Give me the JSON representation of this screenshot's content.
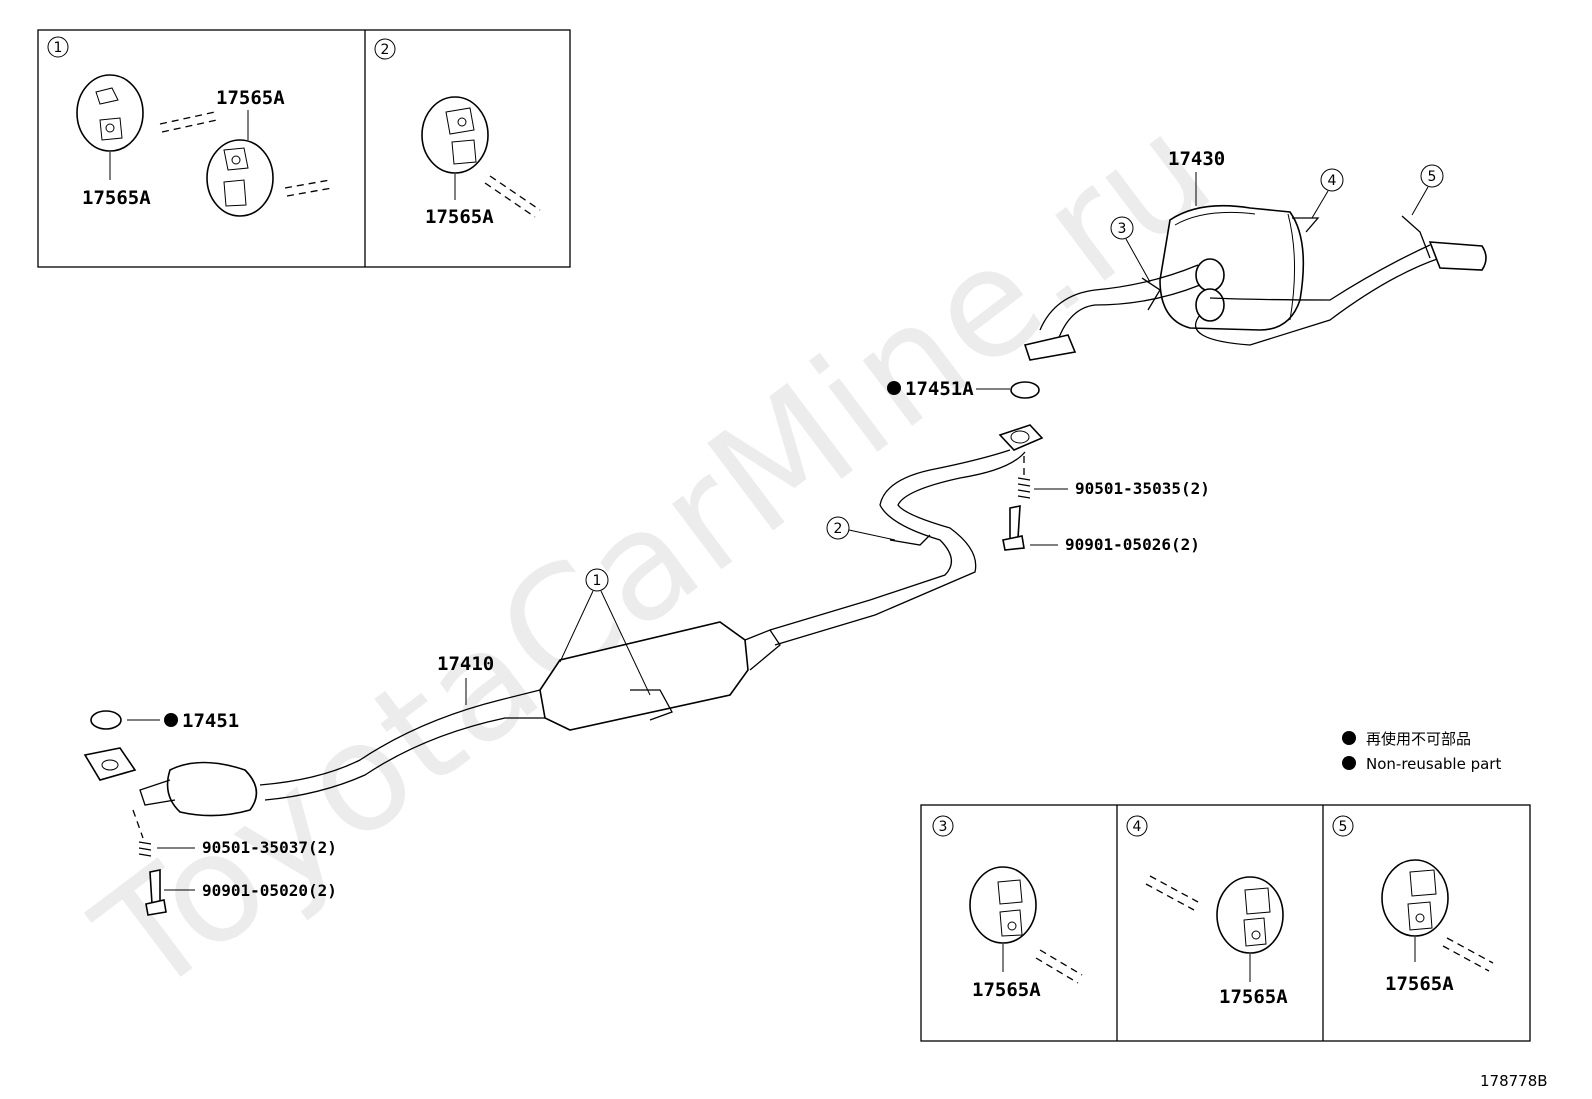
{
  "watermark": "ToyotaCarMine.ru",
  "diagram_id": "178778B",
  "callouts": [
    "1",
    "2",
    "3",
    "4",
    "5"
  ],
  "parts": {
    "hanger": "17565A",
    "front_pipe": "17410",
    "tail_pipe": "17430",
    "gasket_front": "17451",
    "gasket_center": "17451A",
    "spring_front": "90501-35037(2)",
    "bolt_front": "90901-05020(2)",
    "spring_center": "90501-35035(2)",
    "bolt_center": "90901-05026(2)"
  },
  "legend": {
    "jp": "再使用不可部品",
    "en": "Non-reusable part"
  }
}
